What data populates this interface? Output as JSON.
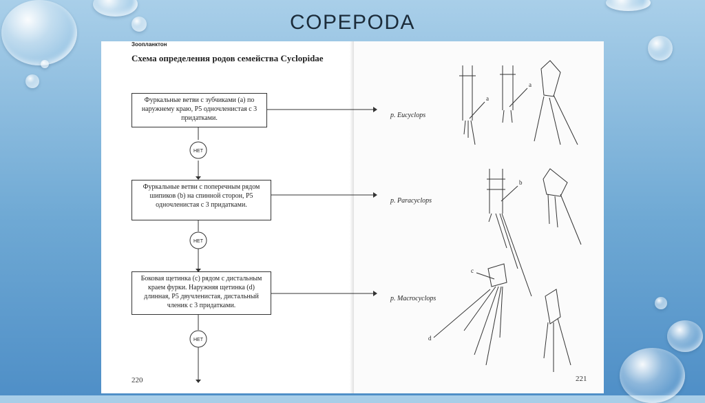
{
  "slide": {
    "title": "COPEPODA"
  },
  "left_page": {
    "running_head": "Зоопланктон",
    "scheme_title": "Схема определения родов семейства Cyclopidae",
    "steps": [
      {
        "text": "Фуркальные ветви с зубчиками (a) по наружнему краю, P5 одночленистая с 3 придатками."
      },
      {
        "text": "Фуркальные ветви с поперечным рядом шипиков (b) на спинной сторон, P5 одночленистая с 3 придатками."
      },
      {
        "text": "Боковая щетинка (c) рядом с дистальным краем фурки. Наружняя щетинка (d) длинная, P5 двучленистая, дистальный членик с 3 придатками."
      }
    ],
    "no_label": "НЕТ",
    "page_number": "220"
  },
  "right_page": {
    "genera": [
      {
        "name": "p. Eucyclops"
      },
      {
        "name": "p. Paracyclops"
      },
      {
        "name": "p. Macrocyclops"
      }
    ],
    "labels": {
      "a1": "a",
      "a2": "a",
      "b": "b",
      "c": "c",
      "d": "d"
    },
    "page_number": "221"
  },
  "colors": {
    "background": "#6fa9d4",
    "page": "#ffffff",
    "ink": "#222222"
  }
}
